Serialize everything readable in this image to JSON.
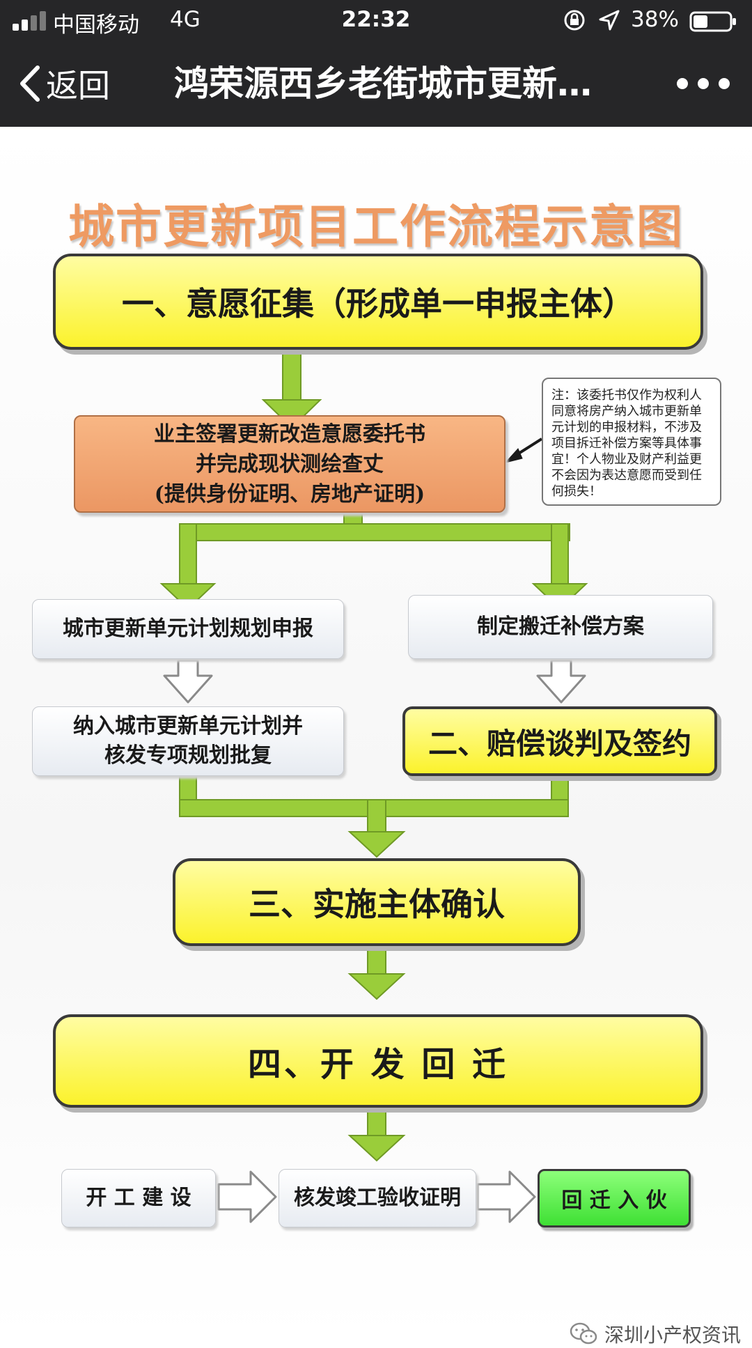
{
  "status_bar": {
    "carrier": "中国移动",
    "network": "4G",
    "time": "22:32",
    "battery": "38%",
    "icons": [
      "signal-icon",
      "orientation-lock-icon",
      "location-arrow-icon",
      "battery-icon"
    ]
  },
  "nav": {
    "back_label": "返回",
    "title": "鸿荣源西乡老街城市更新…",
    "back_icon": "chevron-left-icon",
    "more_icon": "more-dots-icon"
  },
  "flowchart": {
    "title": "城市更新项目工作流程示意图",
    "step1": "一、意愿征集（形成单一申报主体）",
    "sign_lines": [
      "业主签署更新改造意愿委托书",
      "并完成现状测绘查丈",
      "(提供身份证明、房地产证明)"
    ],
    "note_text": "注：该委托书仅作为权利人同意将房产纳入城市更新单元计划的申报材料，不涉及项目拆迁补偿方案等具体事宜！个人物业及财产利益更不会因为表达意愿而受到任何损失！",
    "plan_apply": "城市更新单元计划规划申报",
    "compensation_plan": "制定搬迁补偿方案",
    "plan_approve_lines": [
      "纳入城市更新单元计划并",
      "核发专项规划批复"
    ],
    "step2": "二、赔偿谈判及签约",
    "step3": "三、实施主体确认",
    "step4": "四、开 发 回 迁",
    "construction": "开 工 建 设",
    "acceptance": "核发竣工验收证明",
    "move_in": "回 迁 入 伙"
  },
  "colors": {
    "nav_bg": "#262628",
    "title_orange": "#ee9a62",
    "step_yellow": "#fbf22c",
    "arrow_green": "#9acd3a",
    "sign_orange": "#eb9763",
    "move_in_green": "#3fe034"
  },
  "watermark": {
    "icon": "wechat-icon",
    "text": "深圳小产权资讯"
  }
}
